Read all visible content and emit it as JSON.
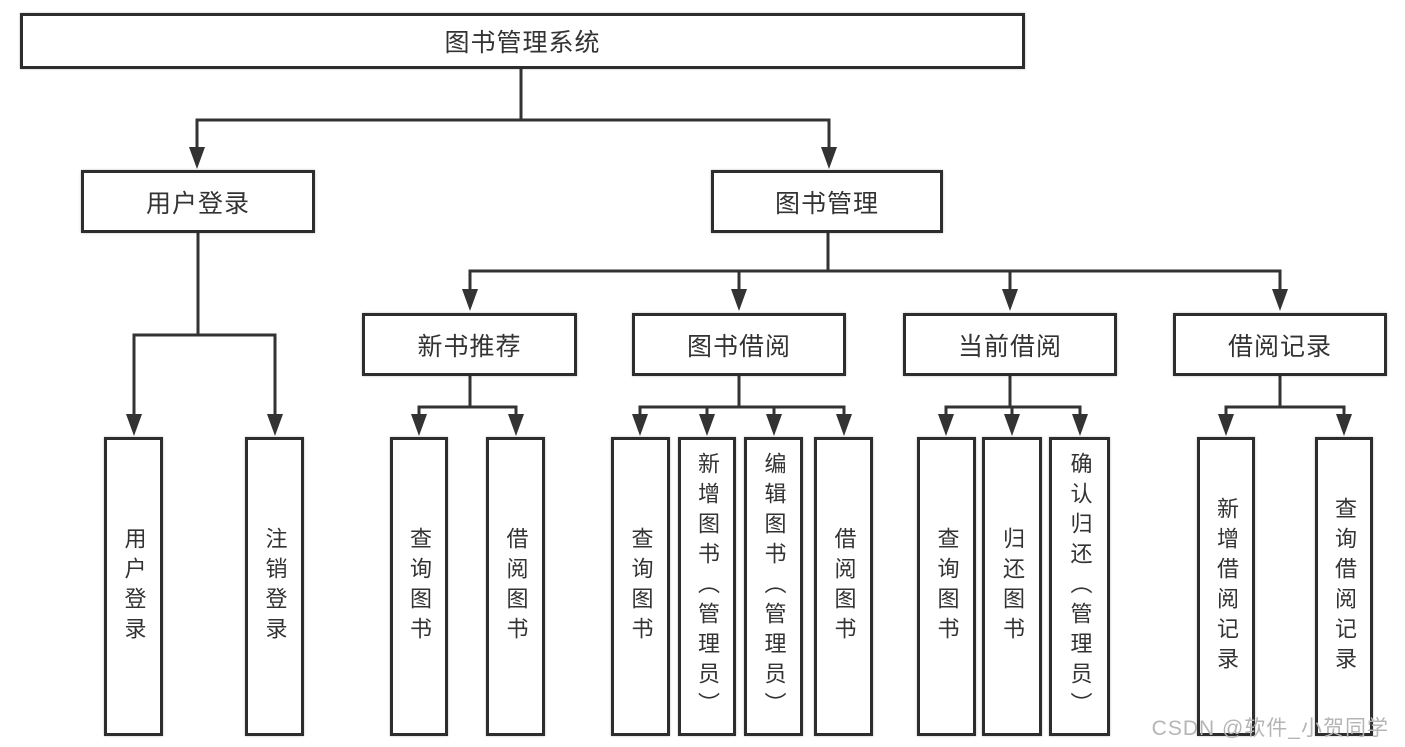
{
  "tree": {
    "root": "图书管理系统",
    "branches": [
      {
        "label": "用户登录",
        "children": [
          "用户登录",
          "注销登录"
        ]
      },
      {
        "label": "图书管理",
        "children": [
          {
            "label": "新书推荐",
            "children": [
              "查询图书",
              "借阅图书"
            ]
          },
          {
            "label": "图书借阅",
            "children": [
              "查询图书",
              "新增图书（管理员）",
              "编辑图书（管理员）",
              "借阅图书"
            ]
          },
          {
            "label": "当前借阅",
            "children": [
              "查询图书",
              "归还图书",
              "确认归还（管理员）"
            ]
          },
          {
            "label": "借阅记录",
            "children": [
              "新增借阅记录",
              "查询借阅记录"
            ]
          }
        ]
      }
    ]
  },
  "watermark": "CSDN @软件_小贺同学",
  "colors": {
    "line": "#333333",
    "box_border": "#2d2d2d",
    "text": "#333333",
    "watermark": "#b5b5b5",
    "background": "#ffffff"
  }
}
